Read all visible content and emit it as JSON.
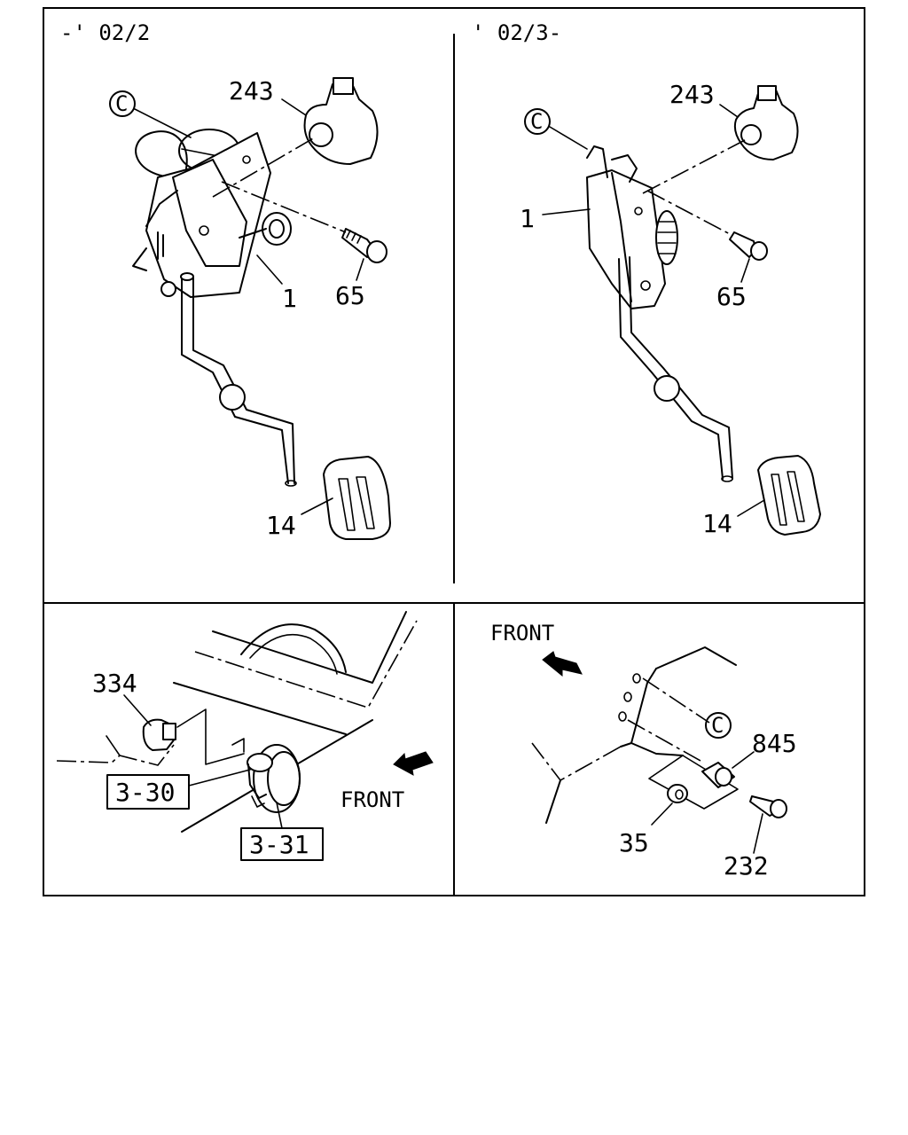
{
  "panels": {
    "top_left": {
      "header": "-' 02/2",
      "labels": {
        "c": "C",
        "p243": "243",
        "p1": "1",
        "p65": "65",
        "p14": "14"
      }
    },
    "top_right": {
      "header": "' 02/3-",
      "labels": {
        "c": "C",
        "p243": "243",
        "p1": "1",
        "p65": "65",
        "p14": "14"
      }
    },
    "bottom_left": {
      "labels": {
        "p334": "334",
        "ref_3_30": "3-30",
        "ref_3_31": "3-31",
        "front": "FRONT"
      }
    },
    "bottom_right": {
      "labels": {
        "front": "FRONT",
        "c": "C",
        "p845": "845",
        "p35": "35",
        "p232": "232"
      }
    }
  },
  "colors": {
    "line": "#000000",
    "background": "#ffffff"
  }
}
